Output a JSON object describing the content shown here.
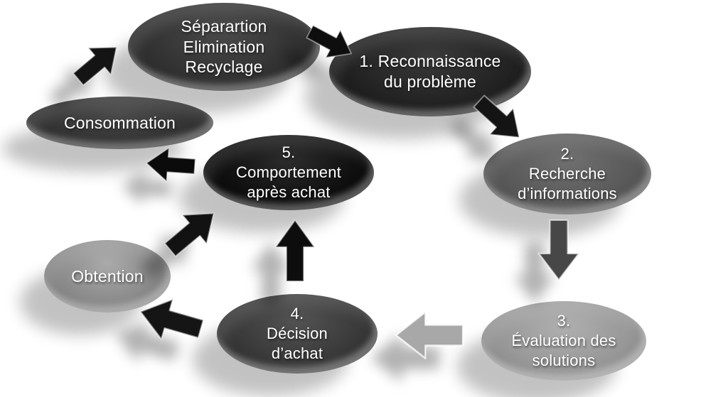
{
  "diagram": {
    "background_color": "#ffffff",
    "text_color": "#ffffff",
    "nodes": [
      {
        "id": "separation",
        "label": "Séparartion\nElimination\nRecyclage",
        "colors": {
          "light": "#4a4a4a",
          "base": "#333333",
          "dark": "#202020"
        }
      },
      {
        "id": "reconnaissance",
        "label": "1. Reconnaissance\ndu problème",
        "colors": {
          "light": "#3a3a3a",
          "base": "#232323",
          "dark": "#0f0f0f"
        }
      },
      {
        "id": "recherche",
        "label": "2.\nRecherche\nd’informations",
        "colors": {
          "light": "#707070",
          "base": "#5a5a5a",
          "dark": "#454545"
        }
      },
      {
        "id": "evaluation",
        "label": "3.\nÉvaluation des\nsolutions",
        "colors": {
          "light": "#afafaf",
          "base": "#989898",
          "dark": "#7d7d7d"
        }
      },
      {
        "id": "decision",
        "label": "4.\nDécision\nd’achat",
        "colors": {
          "light": "#535353",
          "base": "#3a3a3a",
          "dark": "#232323"
        }
      },
      {
        "id": "comportement",
        "label": "5.\nComportement\naprès achat",
        "colors": {
          "light": "#2d2d2d",
          "base": "#101010",
          "dark": "#000000"
        }
      },
      {
        "id": "consommation",
        "label": "Consommation",
        "colors": {
          "light": "#4a4a4a",
          "base": "#343434",
          "dark": "#222222"
        }
      },
      {
        "id": "obtention",
        "label": "Obtention",
        "colors": {
          "light": "#aaaaaa",
          "base": "#8b8b8b",
          "dark": "#6e6e6e"
        }
      }
    ],
    "arrows": [
      {
        "from": "consommation",
        "to": "separation",
        "direction": "up-right",
        "color": "#141414"
      },
      {
        "from": "separation",
        "to": "reconnaissance",
        "direction": "down-right",
        "color": "#0e0e0e"
      },
      {
        "from": "reconnaissance",
        "to": "recherche",
        "direction": "down-right",
        "color": "#141414"
      },
      {
        "from": "recherche",
        "to": "evaluation",
        "direction": "down",
        "color": "#474747"
      },
      {
        "from": "evaluation",
        "to": "decision",
        "direction": "left",
        "color": "#a8a8a8"
      },
      {
        "from": "decision",
        "to": "comportement",
        "direction": "up",
        "color": "#0d0d0d"
      },
      {
        "from": "comportement",
        "to": "consommation",
        "direction": "left",
        "color": "#0b0b0b"
      },
      {
        "from": "decision",
        "to": "obtention",
        "direction": "up-left",
        "color": "#151515"
      },
      {
        "from": "obtention",
        "to": "comportement",
        "direction": "up-right",
        "color": "#121212"
      }
    ]
  }
}
